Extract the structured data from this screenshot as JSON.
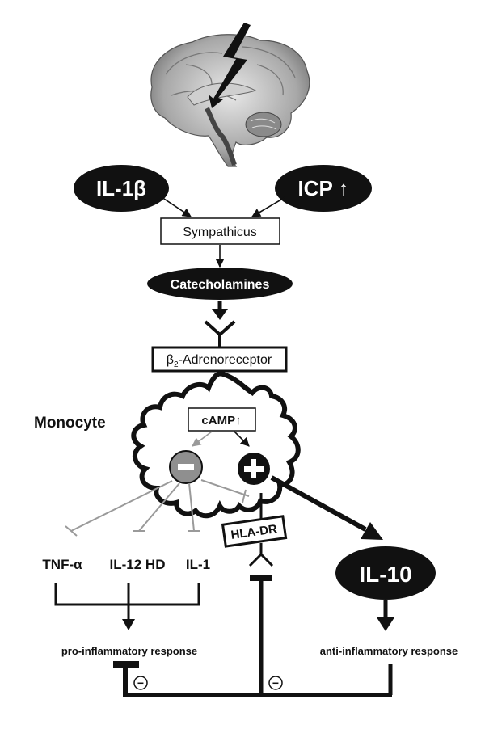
{
  "nodes": {
    "il1b": "IL-1β",
    "icp": "ICP ↑",
    "sympathicus": "Sympathicus",
    "catecholamines": "Catecholamines",
    "b2_symbol": "β",
    "b2_sub": "2",
    "b2_rest": "-Adrenoreceptor",
    "monocyte": "Monocyte",
    "camp": "cAMP↑",
    "minus": "−",
    "plus": "+",
    "tnf": "TNF-α",
    "il12": "IL-12 HD",
    "il1": "IL-1",
    "hladr": "HLA-DR",
    "il10": "IL-10",
    "pro": "pro-inflammatory response",
    "anti": "anti-inflammatory response",
    "fb_minus_left": "−",
    "fb_minus_mid": "−"
  },
  "colors": {
    "black": "#111111",
    "gray_inhibit": "#9a9a9a",
    "minus_fill": "#8f8f8f"
  },
  "icons": {
    "brain": "brain-sagittal-icon",
    "lightning": "lightning-bolt-icon"
  }
}
